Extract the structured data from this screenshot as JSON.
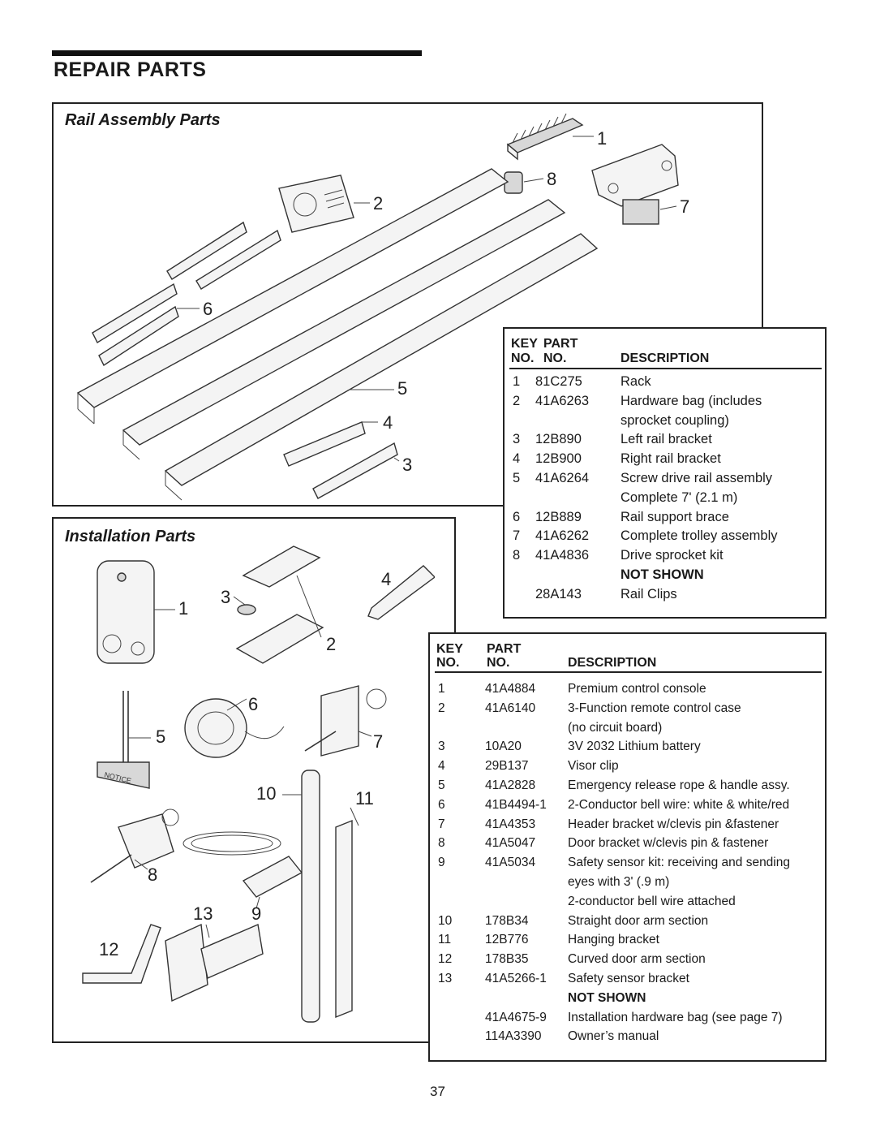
{
  "page": {
    "title": "REPAIR PARTS",
    "page_number": "37"
  },
  "rail_section": {
    "title": "Rail Assembly Parts",
    "callouts": [
      "1",
      "2",
      "3",
      "4",
      "5",
      "6",
      "7",
      "8"
    ],
    "table": {
      "headers": {
        "key": "KEY",
        "part": "PART",
        "no1": "NO.",
        "no2": "NO.",
        "description": "DESCRIPTION"
      },
      "rows": [
        {
          "key": "1",
          "part": "81C275",
          "desc": [
            "Rack"
          ]
        },
        {
          "key": "2",
          "part": "41A6263",
          "desc": [
            "Hardware bag (includes",
            "sprocket coupling)"
          ]
        },
        {
          "key": "3",
          "part": "12B890",
          "desc": [
            "Left rail bracket"
          ]
        },
        {
          "key": "4",
          "part": "12B900",
          "desc": [
            "Right rail bracket"
          ]
        },
        {
          "key": "5",
          "part": "41A6264",
          "desc": [
            "Screw drive rail assembly",
            "Complete 7' (2.1 m)"
          ]
        },
        {
          "key": "6",
          "part": "12B889",
          "desc": [
            "Rail support brace"
          ]
        },
        {
          "key": "7",
          "part": "41A6262",
          "desc": [
            "Complete trolley assembly"
          ]
        },
        {
          "key": "8",
          "part": "41A4836",
          "desc": [
            "Drive sprocket kit"
          ]
        }
      ],
      "not_shown_label": "NOT SHOWN",
      "not_shown": [
        {
          "part": "28A143",
          "desc": [
            "Rail Clips"
          ]
        }
      ]
    }
  },
  "install_section": {
    "title": "Installation Parts",
    "callouts": [
      "1",
      "2",
      "3",
      "4",
      "5",
      "6",
      "7",
      "8",
      "9",
      "10",
      "11",
      "12",
      "13"
    ],
    "table": {
      "headers": {
        "key": "KEY",
        "part": "PART",
        "no1": "NO.",
        "no2": "NO.",
        "description": "DESCRIPTION"
      },
      "rows": [
        {
          "key": "1",
          "part": "41A4884",
          "desc": [
            "Premium control console"
          ]
        },
        {
          "key": "2",
          "part": "41A6140",
          "desc": [
            "3-Function remote control case",
            "(no circuit board)"
          ]
        },
        {
          "key": "3",
          "part": "10A20",
          "desc": [
            "3V 2032 Lithium battery"
          ]
        },
        {
          "key": "4",
          "part": "29B137",
          "desc": [
            "Visor clip"
          ]
        },
        {
          "key": "5",
          "part": "41A2828",
          "desc": [
            "Emergency release rope & handle assy."
          ]
        },
        {
          "key": "6",
          "part": "41B4494-1",
          "desc": [
            "2-Conductor bell wire: white & white/red"
          ]
        },
        {
          "key": "7",
          "part": "41A4353",
          "desc": [
            "Header bracket w/clevis pin &fastener"
          ]
        },
        {
          "key": "8",
          "part": "41A5047",
          "desc": [
            "Door bracket w/clevis pin & fastener"
          ]
        },
        {
          "key": "9",
          "part": "41A5034",
          "desc": [
            "Safety sensor kit: receiving and sending",
            "eyes with 3' (.9 m)",
            "2-conductor bell wire attached"
          ]
        },
        {
          "key": "10",
          "part": "178B34",
          "desc": [
            "Straight door arm section"
          ]
        },
        {
          "key": "11",
          "part": "12B776",
          "desc": [
            "Hanging bracket"
          ]
        },
        {
          "key": "12",
          "part": "178B35",
          "desc": [
            "Curved door arm section"
          ]
        },
        {
          "key": "13",
          "part": "41A5266-1",
          "desc": [
            "Safety sensor bracket"
          ]
        }
      ],
      "not_shown_label": "NOT SHOWN",
      "not_shown": [
        {
          "part": "41A4675-9",
          "desc": [
            "Installation hardware bag (see page 7)"
          ]
        },
        {
          "part": "114A3390",
          "desc": [
            "Owner’s manual"
          ]
        }
      ]
    },
    "notice_label": "NOTICE"
  }
}
